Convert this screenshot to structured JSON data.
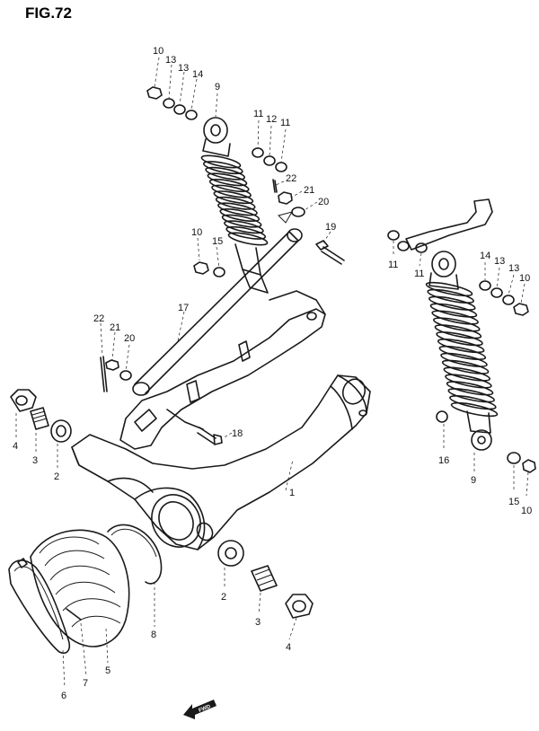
{
  "figure": {
    "title": "FIG.72"
  },
  "arrow_label": "FWD",
  "callouts": [
    {
      "id": "c1",
      "text": "1"
    },
    {
      "id": "c2a",
      "text": "2"
    },
    {
      "id": "c2b",
      "text": "2"
    },
    {
      "id": "c3a",
      "text": "3"
    },
    {
      "id": "c3b",
      "text": "3"
    },
    {
      "id": "c4a",
      "text": "4"
    },
    {
      "id": "c4b",
      "text": "4"
    },
    {
      "id": "c5",
      "text": "5"
    },
    {
      "id": "c6",
      "text": "6"
    },
    {
      "id": "c7",
      "text": "7"
    },
    {
      "id": "c8",
      "text": "8"
    },
    {
      "id": "c9a",
      "text": "9"
    },
    {
      "id": "c9b",
      "text": "9"
    },
    {
      "id": "c10a",
      "text": "10"
    },
    {
      "id": "c10b",
      "text": "10"
    },
    {
      "id": "c10c",
      "text": "10"
    },
    {
      "id": "c10d",
      "text": "10"
    },
    {
      "id": "c11a",
      "text": "11"
    },
    {
      "id": "c11b",
      "text": "11"
    },
    {
      "id": "c11c",
      "text": "11"
    },
    {
      "id": "c11d",
      "text": "11"
    },
    {
      "id": "c12",
      "text": "12"
    },
    {
      "id": "c13a",
      "text": "13"
    },
    {
      "id": "c13b",
      "text": "13"
    },
    {
      "id": "c13c",
      "text": "13"
    },
    {
      "id": "c13d",
      "text": "13"
    },
    {
      "id": "c14a",
      "text": "14"
    },
    {
      "id": "c14b",
      "text": "14"
    },
    {
      "id": "c15a",
      "text": "15"
    },
    {
      "id": "c15b",
      "text": "15"
    },
    {
      "id": "c16",
      "text": "16"
    },
    {
      "id": "c17",
      "text": "17"
    },
    {
      "id": "c18",
      "text": "18"
    },
    {
      "id": "c19",
      "text": "19"
    },
    {
      "id": "c20a",
      "text": "20"
    },
    {
      "id": "c20b",
      "text": "20"
    },
    {
      "id": "c21a",
      "text": "21"
    },
    {
      "id": "c21b",
      "text": "21"
    },
    {
      "id": "c22a",
      "text": "22"
    },
    {
      "id": "c22b",
      "text": "22"
    }
  ]
}
